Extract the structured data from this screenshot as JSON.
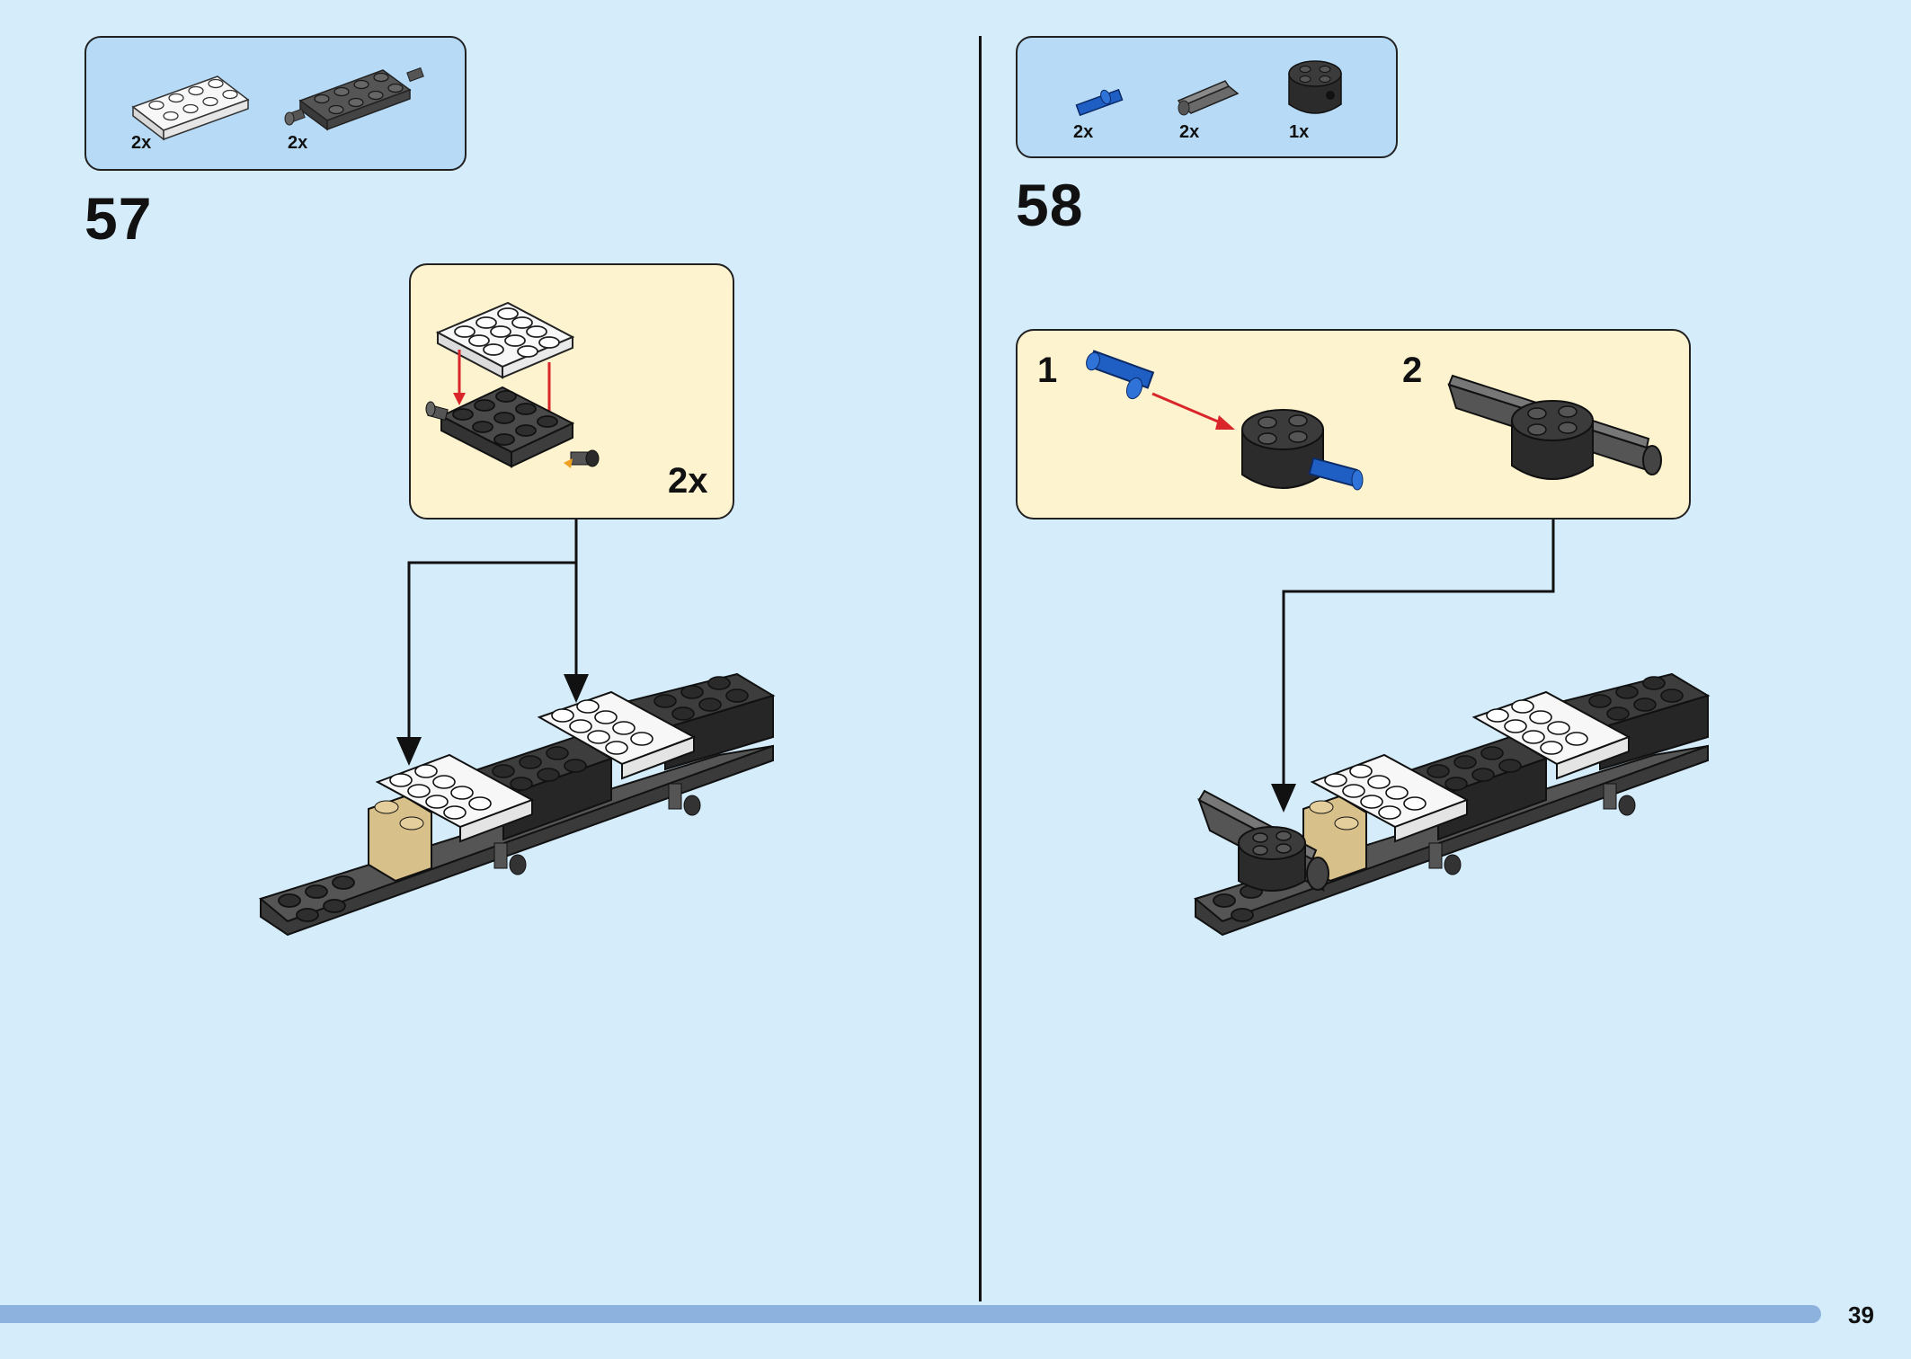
{
  "steps": [
    {
      "number": "57",
      "parts": [
        {
          "qty": "2x",
          "icon": "white-plate-2x4-icon",
          "color": "#f4f4f4"
        },
        {
          "qty": "2x",
          "icon": "dark-plate-with-pins-icon",
          "color": "#4a4a4a"
        }
      ],
      "callout": {
        "qty": "2x"
      }
    },
    {
      "number": "58",
      "parts": [
        {
          "qty": "2x",
          "icon": "blue-axle-pin-icon",
          "color": "#1f5fc4"
        },
        {
          "qty": "2x",
          "icon": "gray-axle-icon",
          "color": "#6a6a6a"
        },
        {
          "qty": "1x",
          "icon": "round-brick-icon",
          "color": "#2b2b2b"
        }
      ],
      "callout": {
        "substeps": [
          "1",
          "2"
        ]
      }
    }
  ],
  "page": {
    "number": "39"
  },
  "colors": {
    "background": "#d5ecfb",
    "parts_box": "#b7dbf6",
    "callout": "#fdf3cf",
    "arrow_red": "#d9262a",
    "progress": "#8eb2de"
  }
}
